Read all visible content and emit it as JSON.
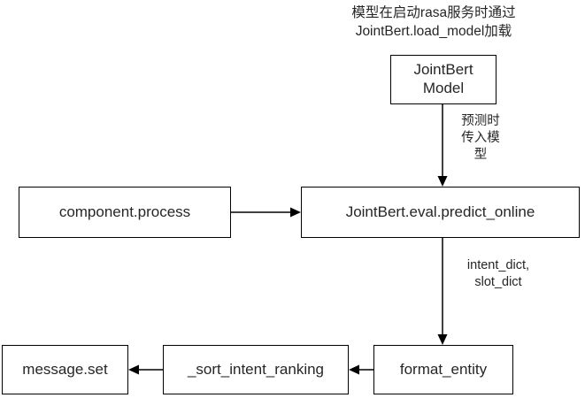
{
  "diagram": {
    "title_note": "模型在启动rasa服务时通过\nJointBert.load_model加载",
    "nodes": {
      "jointbert_model": "JointBert\nModel",
      "component_process": "component.process",
      "predict_online": "JointBert.eval.predict_online",
      "format_entity": "format_entity",
      "sort_intent_ranking": "_sort_intent_ranking",
      "message_set": "message.set"
    },
    "edge_labels": {
      "model_to_predict": "预测时\n传入模\n型",
      "predict_to_format": "intent_dict,\nslot_dict"
    },
    "colors": {
      "stroke": "#000000",
      "text": "#262626",
      "background": "#ffffff"
    }
  }
}
